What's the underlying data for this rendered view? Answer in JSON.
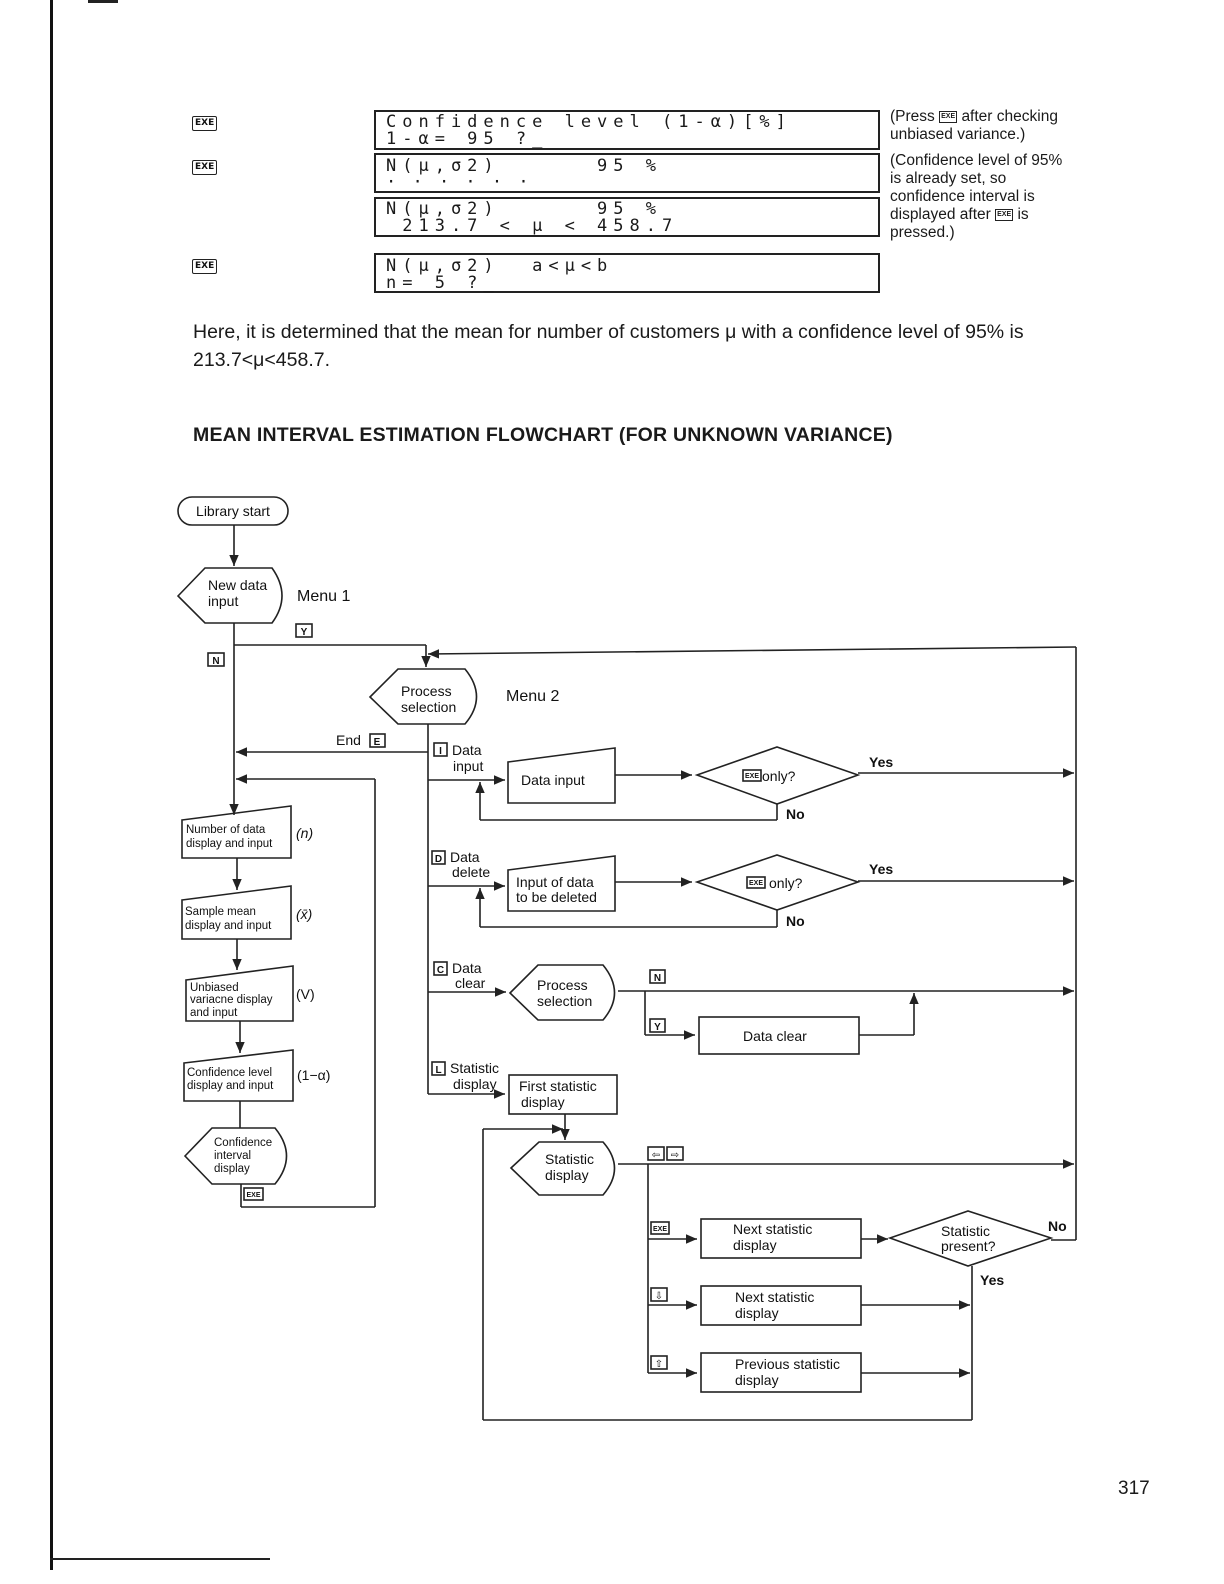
{
  "steps": [
    {
      "key": "EXE",
      "lcd": [
        "Confidence level (1-α)[%]",
        "1-α= 95 ?_"
      ]
    },
    {
      "key": "EXE",
      "lcd": [
        "N(μ,σ2)      95 %",
        "· · · · · ·"
      ]
    },
    {
      "key": "",
      "lcd": [
        "N(μ,σ2)      95 %",
        " 213.7 < μ < 458.7"
      ]
    },
    {
      "key": "EXE",
      "lcd": [
        "N(μ,σ2)  a<μ<b",
        "n= 5 ?_"
      ]
    }
  ],
  "notes": {
    "note1_pre": "(Press",
    "note1_key": "EXE",
    "note1_post": "after checking unbiased variance.)",
    "note2_pre": "(Confidence level of 95% is already set, so confidence interval is displayed after",
    "note2_key": "EXE",
    "note2_post": "is pressed.)"
  },
  "paragraph": "Here, it is determined that the mean for number of customers μ with a confidence level of 95% is 213.7<μ<458.7.",
  "heading": "MEAN INTERVAL ESTIMATION FLOWCHART (FOR UNKNOWN VARIANCE)",
  "flowchart": {
    "library_start": "Library start",
    "new_data_input": [
      "New data",
      "input"
    ],
    "menu1": "Menu 1",
    "menu2": "Menu 2",
    "key_Y": "Y",
    "key_N": "N",
    "key_E": "E",
    "key_I": "I",
    "key_D": "D",
    "key_C": "C",
    "key_L": "L",
    "key_EXE": "EXE",
    "key_left": "⇦",
    "key_right": "⇨",
    "key_down": "⇩",
    "key_up": "⇧",
    "process_selection": [
      "Process",
      "selection"
    ],
    "end_label": "End",
    "left_boxes": [
      {
        "text": [
          "Number of data",
          "display and input"
        ],
        "sym": "(n)"
      },
      {
        "text": [
          "Sample mean",
          "display and input"
        ],
        "sym": "(x̄)"
      },
      {
        "text": [
          "Unbiased",
          "variacne display",
          "and input"
        ],
        "sym": "(V)"
      },
      {
        "text": [
          "Confidence level",
          "display and input"
        ],
        "sym": "(1−α)"
      }
    ],
    "confidence_interval_display": [
      "Confidence",
      "interval",
      "display"
    ],
    "branch_data_input": [
      "Data",
      "input"
    ],
    "branch_data_delete": [
      "Data",
      "delete"
    ],
    "branch_data_clear": [
      "Data",
      "clear"
    ],
    "branch_statistic_display": [
      "Statistic",
      "display"
    ],
    "box_data_input": "Data input",
    "box_input_deleted": [
      "Input of data",
      "to be deleted"
    ],
    "diamond_exe_only_1": "only?",
    "diamond_exe_only_2": "only?",
    "yes": "Yes",
    "no": "No",
    "process_selection_2": [
      "Process",
      "selection"
    ],
    "box_data_clear": "Data clear",
    "box_first_statistic": [
      "First statistic",
      "display"
    ],
    "statistic_display": [
      "Statistic",
      "display"
    ],
    "box_next_statistic_1": [
      "Next statistic",
      "display"
    ],
    "box_next_statistic_2": [
      "Next statistic",
      "display"
    ],
    "box_previous_statistic": [
      "Previous statistic",
      "display"
    ],
    "diamond_statistic_present": [
      "Statistic",
      "present?"
    ]
  },
  "page_number": "317"
}
